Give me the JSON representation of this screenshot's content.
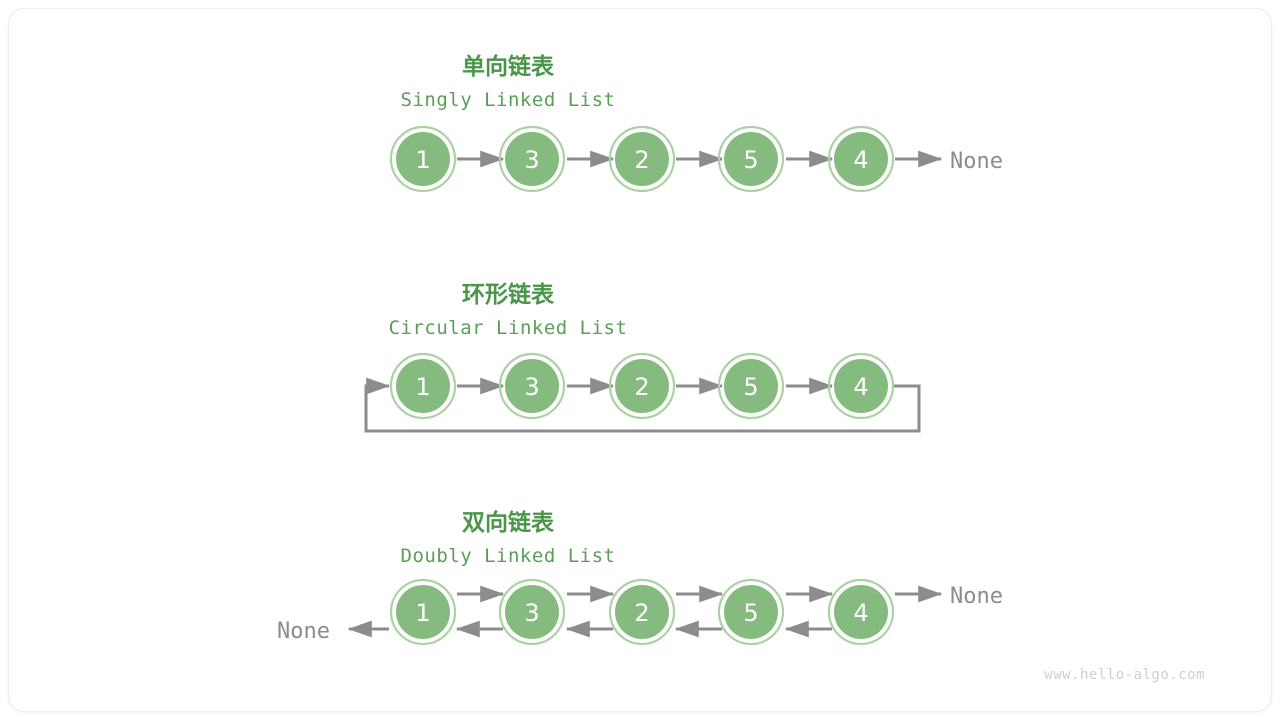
{
  "page": {
    "background": "#ffffff",
    "card_border": "#ededed",
    "watermark": "www.hello-algo.com"
  },
  "colors": {
    "title_cn": "#4a9648",
    "title_en": "#5a9e57",
    "node_fill": "#85bb7e",
    "node_ring": "#a9d3a2",
    "node_text": "#ffffff",
    "edge": "#8c8c8c",
    "none_text": "#8c8c8c",
    "watermark": "#cfcfcf"
  },
  "diagram": {
    "type": "linked-list-variants",
    "node_values": [
      1,
      3,
      2,
      5,
      4
    ],
    "sections": [
      {
        "id": "singly",
        "title_cn": "单向链表",
        "title_en": "Singly Linked List",
        "nodes": [
          1,
          3,
          2,
          5,
          4
        ],
        "tail_label": "None",
        "head_label": null,
        "directions": "forward",
        "circular": false
      },
      {
        "id": "circular",
        "title_cn": "环形链表",
        "title_en": "Circular Linked List",
        "nodes": [
          1,
          3,
          2,
          5,
          4
        ],
        "tail_label": null,
        "head_label": null,
        "directions": "forward",
        "circular": true
      },
      {
        "id": "doubly",
        "title_cn": "双向链表",
        "title_en": "Doubly Linked List",
        "nodes": [
          1,
          3,
          2,
          5,
          4
        ],
        "tail_label": "None",
        "head_label": "None",
        "directions": "bidirectional",
        "circular": false
      }
    ]
  },
  "labels": {
    "none": "None"
  }
}
